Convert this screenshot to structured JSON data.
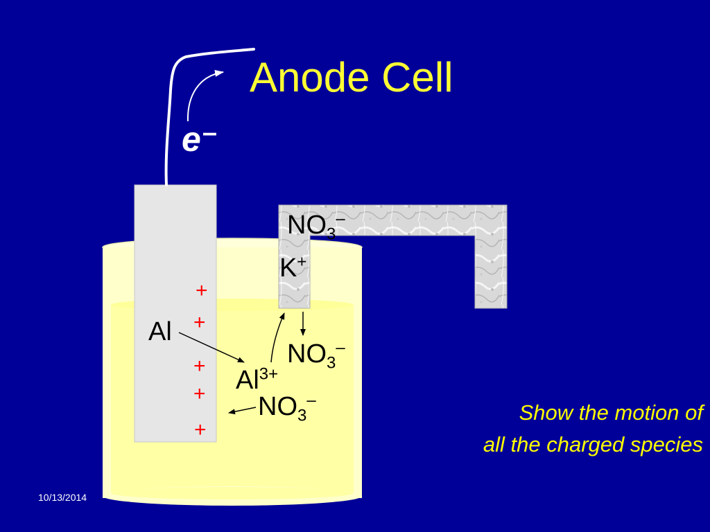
{
  "slide": {
    "title": "Anode Cell",
    "electron": {
      "symbol": "e",
      "sign": "–"
    },
    "electrode_label": "Al",
    "salt_bridge": {
      "anion": {
        "base": "NO",
        "sub": "3",
        "charge": "–"
      },
      "cation": {
        "base": "K",
        "charge": "+"
      }
    },
    "solution": {
      "nitrate_upper": {
        "base": "NO",
        "sub": "3",
        "charge": "–"
      },
      "aluminum_ion": {
        "base": "Al",
        "charge": "3+"
      },
      "nitrate_lower": {
        "base": "NO",
        "sub": "3",
        "charge": "–"
      }
    },
    "electrode_charges": [
      "+",
      "+",
      "+",
      "+",
      "+"
    ],
    "caption": {
      "line1": "Show the motion of",
      "line2": "all the charged species"
    },
    "date": "10/13/2014"
  },
  "colors": {
    "background": "#000099",
    "title": "#ffff33",
    "caption": "#ffff00",
    "solution": "#ffffa6",
    "beaker_wall": "#ffffcc",
    "electrode": "#e6e6e6",
    "salt_bridge": "#d9d9d9",
    "charge_sign": "#ff0000"
  }
}
